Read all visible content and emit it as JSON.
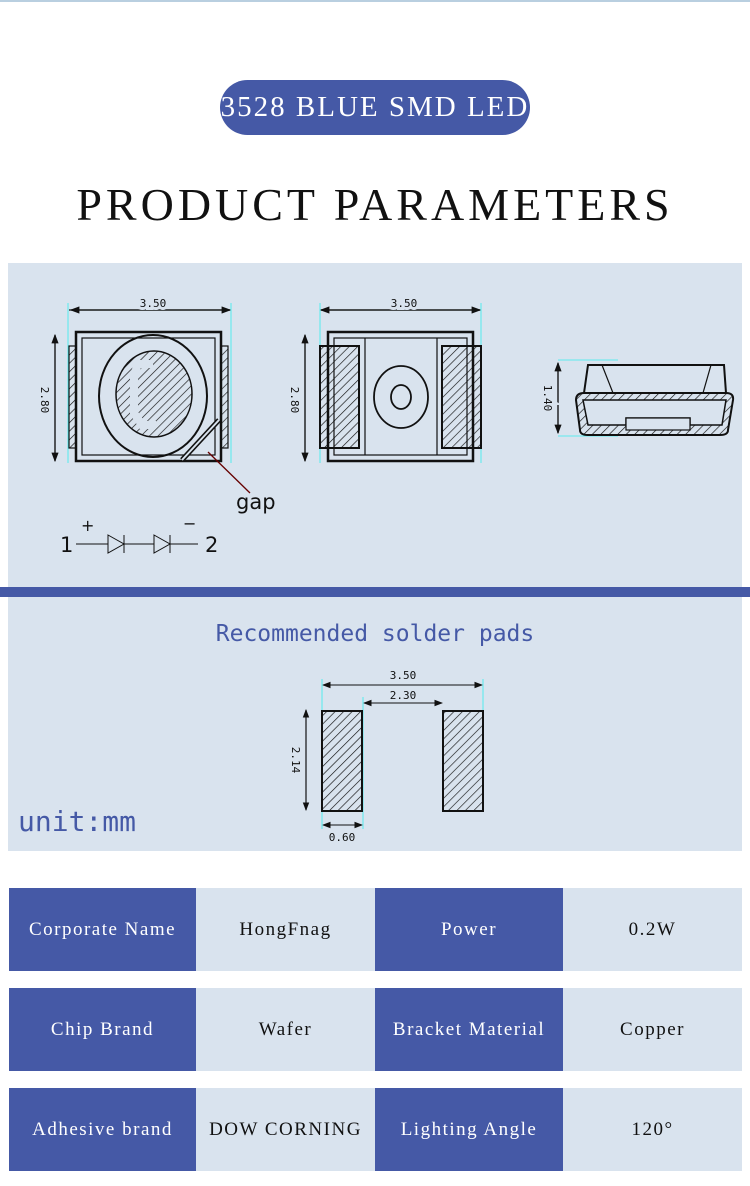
{
  "header": {
    "badge": "3528 BLUE SMD LED",
    "title": "PRODUCT PARAMETERS"
  },
  "diagram": {
    "top_width": "3.50",
    "top_height": "2.80",
    "gap_label": "gap",
    "bottom_width": "3.50",
    "bottom_height": "2.80",
    "side_height": "1.40",
    "circuit": {
      "pin1": "1",
      "pin2": "2",
      "plus": "+",
      "minus": "−"
    }
  },
  "pads": {
    "title": "Recommended solder pads",
    "overall": "3.50",
    "inner": "2.30",
    "height": "2.14",
    "pad_width": "0.60",
    "unit": "unit:mm"
  },
  "colors": {
    "accent": "#4559a6",
    "panel": "#d9e3ee"
  },
  "specs": [
    {
      "k1": "Corporate Name",
      "v1": "HongFnag",
      "k2": "Power",
      "v2": "0.2W"
    },
    {
      "k1": "Chip Brand",
      "v1": "Wafer",
      "k2": "Bracket Material",
      "v2": "Copper"
    },
    {
      "k1": "Adhesive brand",
      "v1": "DOW CORNING",
      "k2": "Lighting Angle",
      "v2": "120°"
    }
  ]
}
